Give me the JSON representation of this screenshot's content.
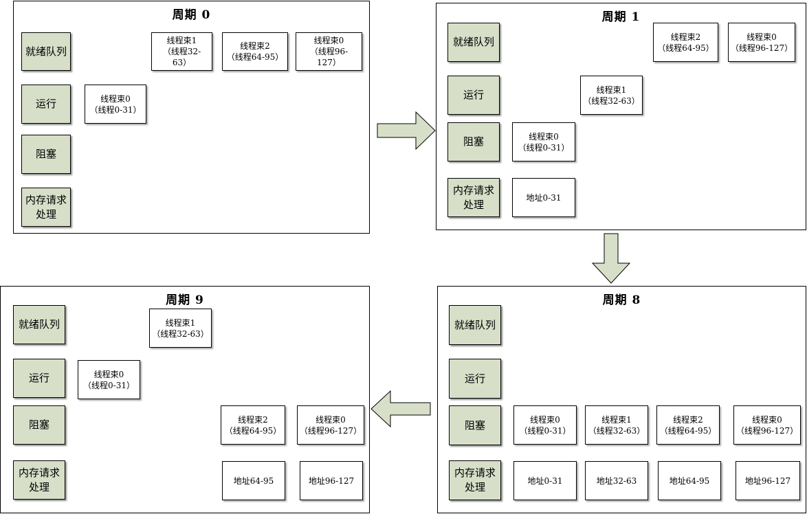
{
  "panels": {
    "p0": {
      "title": "周期 0",
      "labels": [
        "就绪队列",
        "运行",
        "阻塞",
        "内存请求处理"
      ],
      "boxes": {
        "ready_1": "线程束1\n（线程32-\n63）",
        "ready_2": "线程束2\n（线程64-95）",
        "ready_3": "线程束0\n（线程96-\n127）",
        "run_1": "线程束0\n（线程0-31）"
      }
    },
    "p1": {
      "title": "周期 1",
      "labels": [
        "就绪队列",
        "运行",
        "阻塞",
        "内存请求处理"
      ],
      "boxes": {
        "ready_1": "线程束2\n（线程64-95）",
        "ready_2": "线程束0\n（线程96-127）",
        "run_1": "线程束1\n（线程32-63）",
        "block_1": "线程束0\n（线程0-31）",
        "mem_1": "地址0-31"
      }
    },
    "p8": {
      "title": "周期 8",
      "labels": [
        "就绪队列",
        "运行",
        "阻塞",
        "内存请求处理"
      ],
      "boxes": {
        "block_1": "线程束0\n（线程0-31）",
        "block_2": "线程束1\n（线程32-63）",
        "block_3": "线程束2\n（线程64-95）",
        "block_4": "线程束0\n（线程96-127）",
        "mem_1": "地址0-31",
        "mem_2": "地址32-63",
        "mem_3": "地址64-95",
        "mem_4": "地址96-127"
      }
    },
    "p9": {
      "title": "周期 9",
      "labels": [
        "就绪队列",
        "运行",
        "阻塞",
        "内存请求处理"
      ],
      "boxes": {
        "ready_1": "线程束1\n（线程32-63）",
        "run_1": "线程束0\n（线程0-31）",
        "block_1": "线程束2\n（线程64-95）",
        "block_2": "线程束0\n（线程96-127）",
        "mem_1": "地址64-95",
        "mem_2": "地址96-127"
      }
    }
  },
  "colors": {
    "label_fill": "#d7dfc9",
    "arrow_fill": "#d7dfc9",
    "border": "#000000"
  }
}
